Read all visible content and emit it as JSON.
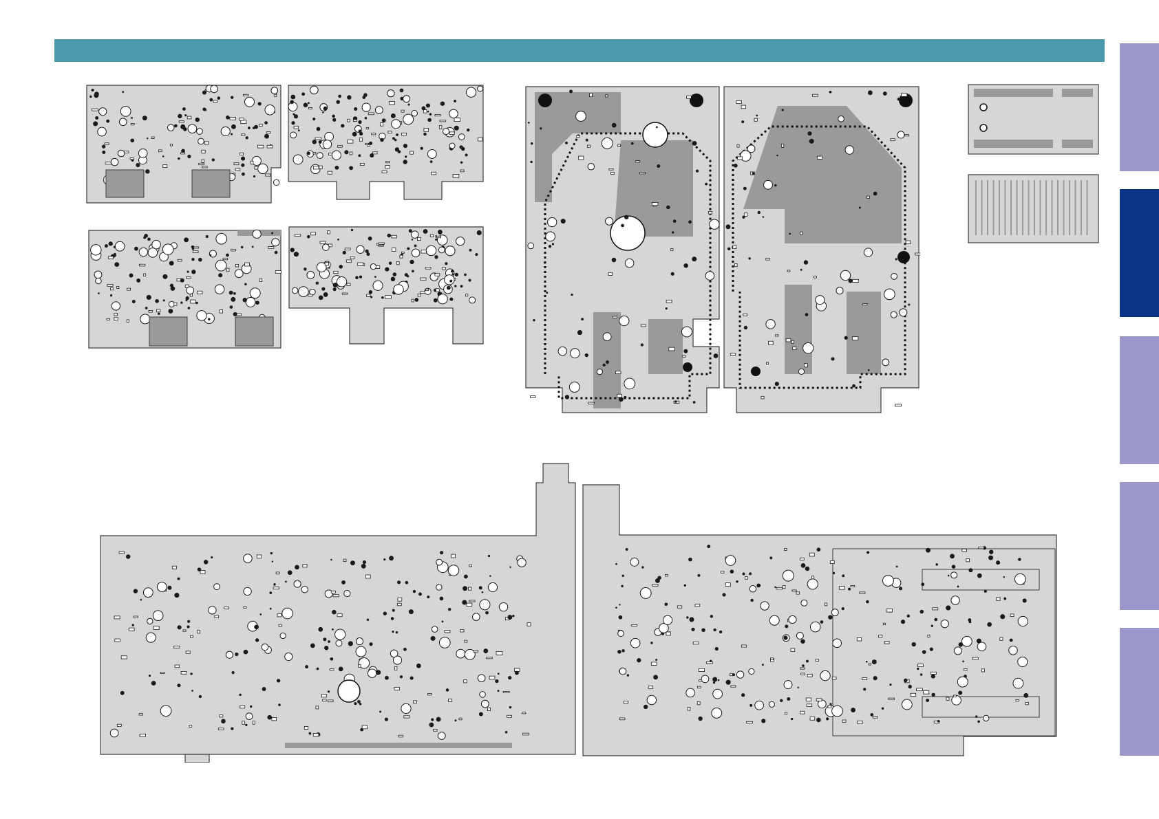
{
  "colors": {
    "header": "#4a9aab",
    "tab_inactive": "#9b97cb",
    "tab_active": "#0b3486",
    "board_fill": "#d6d6d6",
    "board_dark": "#9a9a9a",
    "board_outline": "#3c3c3c",
    "component": "#1a1a1a"
  },
  "side_tabs": [
    {
      "id": "tab-1",
      "state": "inactive"
    },
    {
      "id": "tab-2",
      "state": "active"
    },
    {
      "id": "tab-3",
      "state": "inactive"
    },
    {
      "id": "tab-4",
      "state": "inactive"
    },
    {
      "id": "tab-5",
      "state": "inactive"
    }
  ],
  "boards": [
    {
      "id": "amp-board-top-left",
      "kind": "small"
    },
    {
      "id": "amp-board-top-right",
      "kind": "small"
    },
    {
      "id": "amp-board-bottom-left",
      "kind": "small"
    },
    {
      "id": "amp-board-bottom-right",
      "kind": "small"
    },
    {
      "id": "power-board-left",
      "kind": "power"
    },
    {
      "id": "power-board-right",
      "kind": "power"
    },
    {
      "id": "connector-board-top",
      "kind": "connector"
    },
    {
      "id": "connector-board-bottom",
      "kind": "connector"
    },
    {
      "id": "main-board-left",
      "kind": "main"
    },
    {
      "id": "main-board-right",
      "kind": "main"
    }
  ]
}
